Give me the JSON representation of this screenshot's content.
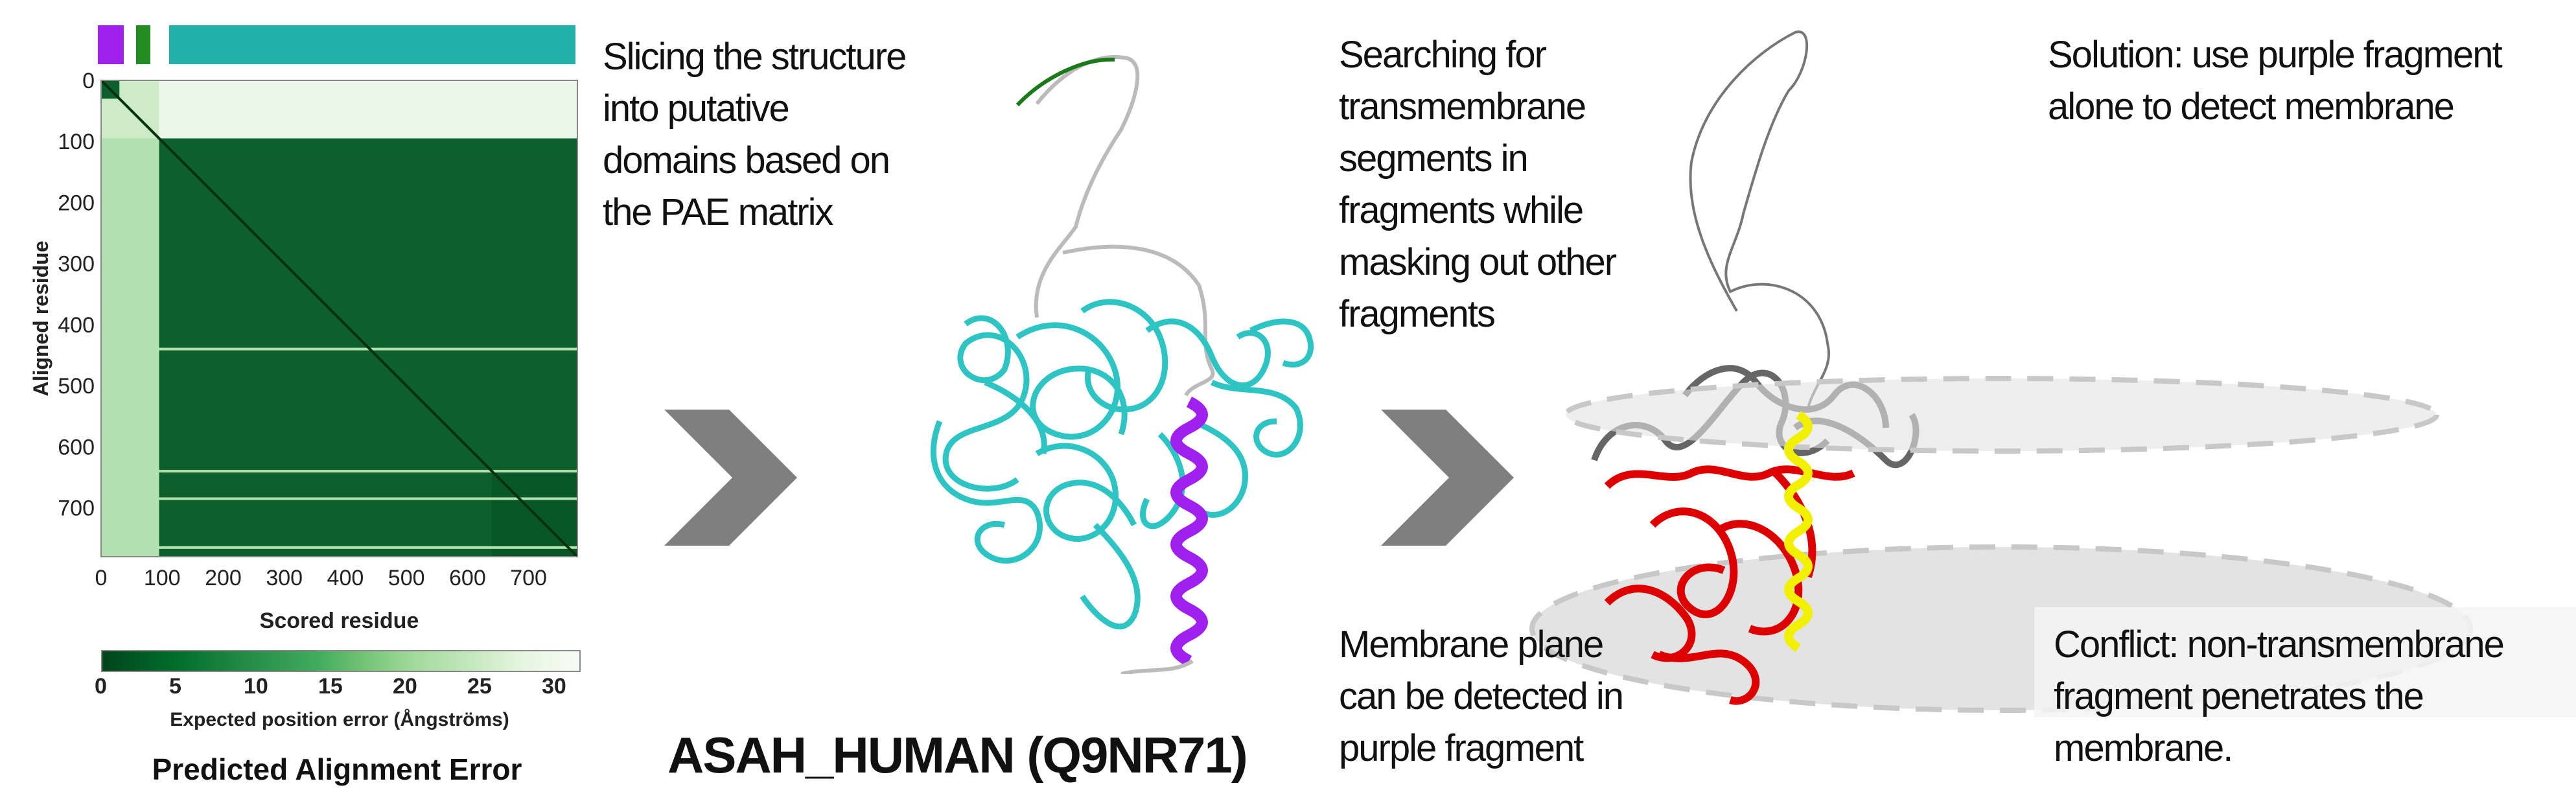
{
  "pae_panel": {
    "title": "Predicted Alignment Error",
    "domain_bar_colors": [
      "#a020f0",
      "#228b22",
      "#20b2aa"
    ],
    "chart_data": {
      "type": "heatmap",
      "title": "Predicted Alignment Error",
      "xlabel": "Scored residue",
      "ylabel": "Aligned residue",
      "xlim": [
        0,
        780
      ],
      "ylim": [
        0,
        780
      ],
      "x_ticks": [
        "0",
        "100",
        "200",
        "300",
        "400",
        "500",
        "600",
        "700"
      ],
      "y_ticks": [
        "0",
        "100",
        "200",
        "300",
        "400",
        "500",
        "600",
        "700"
      ],
      "colorbar": {
        "label": "Expected position error (Ångströms)",
        "ticks": [
          "0",
          "5",
          "10",
          "15",
          "20",
          "25",
          "30"
        ],
        "range": [
          0,
          32
        ],
        "colors": [
          "#00441b",
          "#238b45",
          "#74c476",
          "#c7e9c0",
          "#f7fcf5"
        ]
      },
      "blocks": [
        {
          "rows": [
            0,
            95
          ],
          "cols": [
            0,
            95
          ],
          "error": 25
        },
        {
          "rows": [
            0,
            30
          ],
          "cols": [
            0,
            30
          ],
          "error": 3
        },
        {
          "rows": [
            0,
            95
          ],
          "cols": [
            95,
            780
          ],
          "error": 30
        },
        {
          "rows": [
            95,
            780
          ],
          "cols": [
            0,
            95
          ],
          "error": 22
        },
        {
          "rows": [
            95,
            780
          ],
          "cols": [
            95,
            780
          ],
          "error": 3
        },
        {
          "rows": [
            640,
            780
          ],
          "cols": [
            640,
            780
          ],
          "error": 2
        }
      ],
      "high_error_rows": [
        440,
        640,
        685,
        765
      ]
    }
  },
  "step1": {
    "lines": [
      "Slicing the structure",
      "into putative",
      "domains based on",
      "the PAE matrix"
    ]
  },
  "protein_label": "ASAH_HUMAN (Q9NR71)",
  "step2": {
    "lines": [
      "Searching for",
      "transmembrane",
      "segments in",
      "fragments while",
      "masking out other",
      "fragments"
    ]
  },
  "step3": {
    "lines": [
      "Membrane plane",
      "can be detected in",
      "purple fragment"
    ]
  },
  "solution": {
    "lines": [
      "Solution: use purple fragment",
      "alone to detect membrane"
    ]
  },
  "conflict": {
    "lines": [
      "Conflict: non-transmembrane",
      "fragment penetrates the",
      "membrane."
    ]
  },
  "colors": {
    "chevron": "#7f7f7f",
    "teal_domain": "#2ec4c4",
    "purple_helix": "#a020f0",
    "red_fragment": "#dd0000",
    "yellow_helix": "#f0f000",
    "gray_fragment": "#666666",
    "membrane": "#e3e3e3"
  }
}
